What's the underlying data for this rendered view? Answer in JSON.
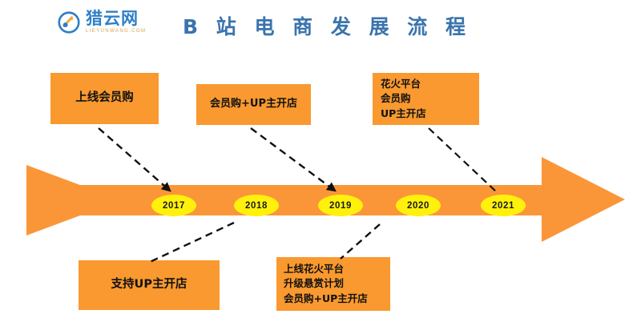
{
  "header": {
    "logo": {
      "cn_name": "猎云网",
      "en_name": "LIEYUNWANG.COM"
    },
    "title": "B 站 电 商 发 展 流 程"
  },
  "colors": {
    "arrow_orange": "#FB9638",
    "box_orange": "#F9992F",
    "year_yellow": "#FFF10B",
    "title_blue": "#3B74AD",
    "logo_blue": "#2F7FC6",
    "connector_black": "#111111",
    "background": "#FFFFFF"
  },
  "timeline": {
    "years": [
      {
        "label": "2017"
      },
      {
        "label": "2018"
      },
      {
        "label": "2019"
      },
      {
        "label": "2020"
      },
      {
        "label": "2021"
      }
    ]
  },
  "top_boxes": [
    {
      "id": "box-2017",
      "text": "上线会员购",
      "align": "center",
      "linked_year": "2017"
    },
    {
      "id": "box-2019",
      "text": "会员购+UP主开店",
      "align": "center",
      "linked_year": "2019"
    },
    {
      "id": "box-2021",
      "text": "花火平台\n会员购\nUP主开店",
      "align": "left",
      "linked_year": "2021"
    }
  ],
  "bottom_boxes": [
    {
      "id": "box-2018",
      "text": "支持UP主开店",
      "align": "center",
      "linked_year": "2018"
    },
    {
      "id": "box-2020",
      "text": "上线花火平台\n升级悬赏计划\n会员购+UP主开店",
      "align": "left",
      "linked_year": "2020"
    }
  ]
}
